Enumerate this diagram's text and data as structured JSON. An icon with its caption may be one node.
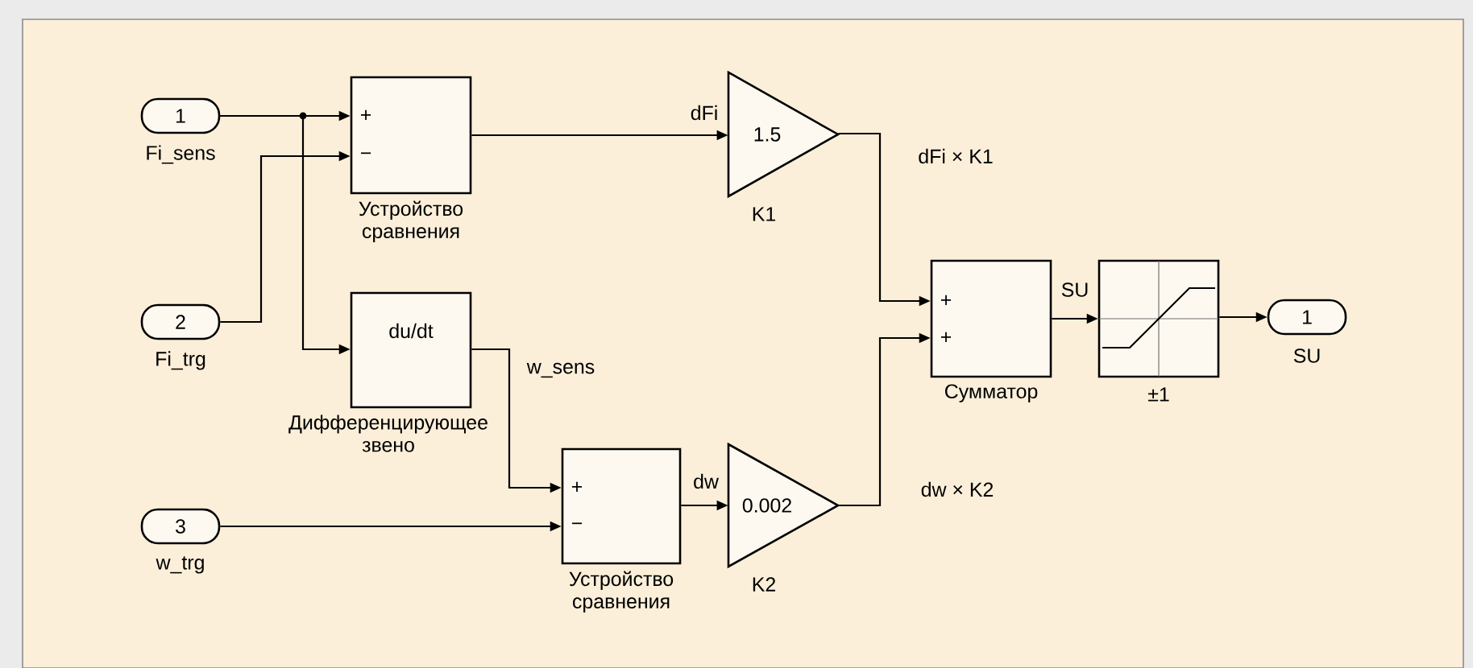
{
  "diagram": {
    "nodes": [
      {
        "text": [
          "1"
        ],
        "beside": [
          "Fi_sens"
        ]
      },
      {
        "text": [
          "+",
          "−",
          "Устройство сравнения"
        ]
      },
      {
        "text": [
          "2"
        ],
        "beside": [
          "Fi_trg"
        ]
      },
      {
        "text": [
          "du/dt",
          "Дифференцирующее звено"
        ]
      },
      {
        "text": [
          "3"
        ],
        "beside": [
          "w_trg"
        ]
      },
      {
        "text": [
          "+",
          "−",
          "Устройство сравнения"
        ]
      },
      {
        "text": [
          "1.5",
          "K1"
        ]
      },
      {
        "text": [
          "0.002",
          "K2"
        ]
      },
      {
        "text": [
          "+",
          "+",
          "Сумматор"
        ]
      },
      {
        "text": [
          "±1"
        ]
      },
      {
        "text": [
          "1"
        ],
        "beside": [
          "SU"
        ]
      }
    ],
    "edges": [
      {
        "from": 0,
        "to": 1,
        "arrow": "to"
      },
      {
        "from": 0,
        "to": 3,
        "arrow": "to"
      },
      {
        "from": 2,
        "to": 1,
        "arrow": "to"
      },
      {
        "from": 1,
        "to": 6,
        "arrow": "to",
        "label": "dFi"
      },
      {
        "from": 3,
        "to": 5,
        "arrow": "to",
        "label": "w_sens"
      },
      {
        "from": 4,
        "to": 5,
        "arrow": "to"
      },
      {
        "from": 5,
        "to": 7,
        "arrow": "to",
        "label": "dw"
      },
      {
        "from": 6,
        "to": 8,
        "arrow": "to",
        "label": "dFi × K1"
      },
      {
        "from": 7,
        "to": 8,
        "arrow": "to",
        "label": "dw × K2"
      },
      {
        "from": 8,
        "to": 9,
        "arrow": "to",
        "label": "SU"
      },
      {
        "from": 9,
        "to": 10,
        "arrow": "to"
      }
    ]
  }
}
